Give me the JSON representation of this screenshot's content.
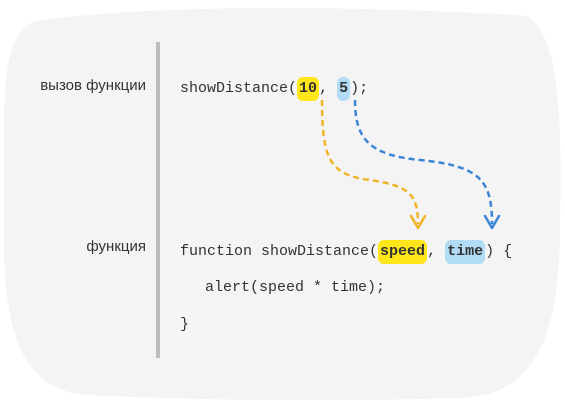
{
  "labels": {
    "call": "вызов функции",
    "function": "функция"
  },
  "call_line": {
    "name": "showDistance",
    "open": "(",
    "arg1": "10",
    "sep": ", ",
    "arg2": "5",
    "close": ");"
  },
  "def_line": {
    "keyword": "function showDistance",
    "open": "(",
    "param1": "speed",
    "sep": ", ",
    "param2": "time",
    "close": ") {"
  },
  "body_line": "alert(speed * time);",
  "closing_brace": "}",
  "colors": {
    "yellow_highlight": "#ffe61a",
    "blue_highlight": "#b2dbf5",
    "yellow_arrow": "#f0b429",
    "blue_arrow": "#3a86d4",
    "background_blob": "#f4f4f4",
    "divider": "#bdbdbd"
  }
}
